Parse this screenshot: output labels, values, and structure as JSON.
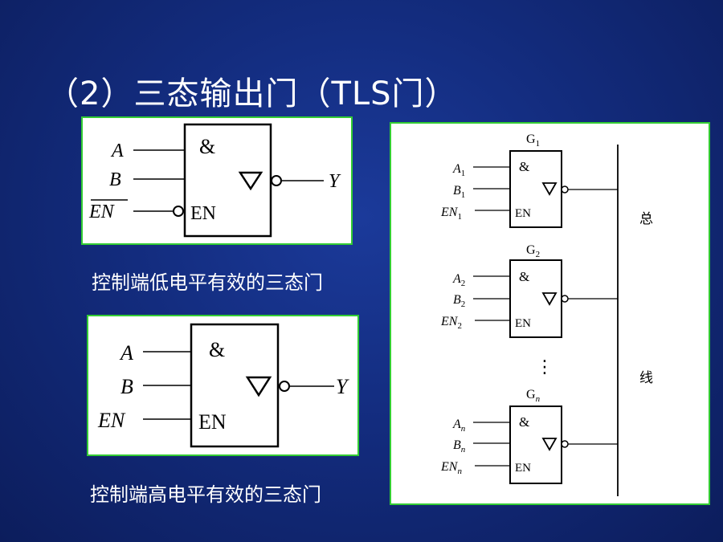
{
  "title": "（2）三态输出门（TLS门）",
  "gate_low": {
    "inputs": [
      "A",
      "B",
      "EN"
    ],
    "and_symbol": "&",
    "en_label": "EN",
    "output": "Y",
    "caption": "控制端低电平有效的三态门"
  },
  "gate_high": {
    "inputs": [
      "A",
      "B",
      "EN"
    ],
    "and_symbol": "&",
    "en_label": "EN",
    "output": "Y",
    "caption": "控制端高电平有效的三态门"
  },
  "bus_diagram": {
    "gates": [
      {
        "name": "G",
        "sub": "1",
        "inputs": [
          "A",
          "B",
          "EN"
        ],
        "input_sub": "1",
        "and_symbol": "&",
        "en_label": "EN"
      },
      {
        "name": "G",
        "sub": "2",
        "inputs": [
          "A",
          "B",
          "EN"
        ],
        "input_sub": "2",
        "and_symbol": "&",
        "en_label": "EN"
      },
      {
        "name": "G",
        "sub": "n",
        "inputs": [
          "A",
          "B",
          "EN"
        ],
        "input_sub": "n",
        "and_symbol": "&",
        "en_label": "EN"
      }
    ],
    "ellipsis": "⋮",
    "bus_label_top": "总",
    "bus_label_bottom": "线"
  }
}
